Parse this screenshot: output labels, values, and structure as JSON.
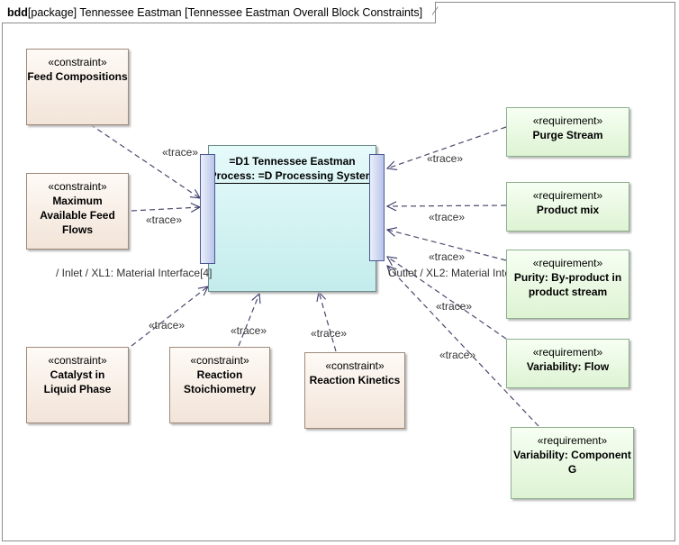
{
  "frame": {
    "kind": "bdd",
    "header": "[package] Tennessee Eastman [Tennessee Eastman Overall Block Constraints]"
  },
  "block": {
    "title_line1": "=D1 Tennessee Eastman",
    "title_line2": "Process: =D Processing System",
    "inlet_label": "/ Inlet / XL1: Material Interface[4]",
    "outlet_label": "Outlet / XL2: Material Inte"
  },
  "constraints": [
    {
      "stereotype": "«constraint»",
      "name": "Feed Compositions"
    },
    {
      "stereotype": "«constraint»",
      "name": "Maximum Available Feed Flows"
    },
    {
      "stereotype": "«constraint»",
      "name": "Catalyst in Liquid Phase"
    },
    {
      "stereotype": "«constraint»",
      "name": "Reaction Stoichiometry"
    },
    {
      "stereotype": "«constraint»",
      "name": "Reaction Kinetics"
    }
  ],
  "requirements": [
    {
      "stereotype": "«requirement»",
      "name": "Purge Stream"
    },
    {
      "stereotype": "«requirement»",
      "name": "Product mix"
    },
    {
      "stereotype": "«requirement»",
      "name": "Purity: By-product in product stream"
    },
    {
      "stereotype": "«requirement»",
      "name": "Variability: Flow"
    },
    {
      "stereotype": "«requirement»",
      "name": "Variability: Component G"
    }
  ],
  "trace_label": "«trace»"
}
